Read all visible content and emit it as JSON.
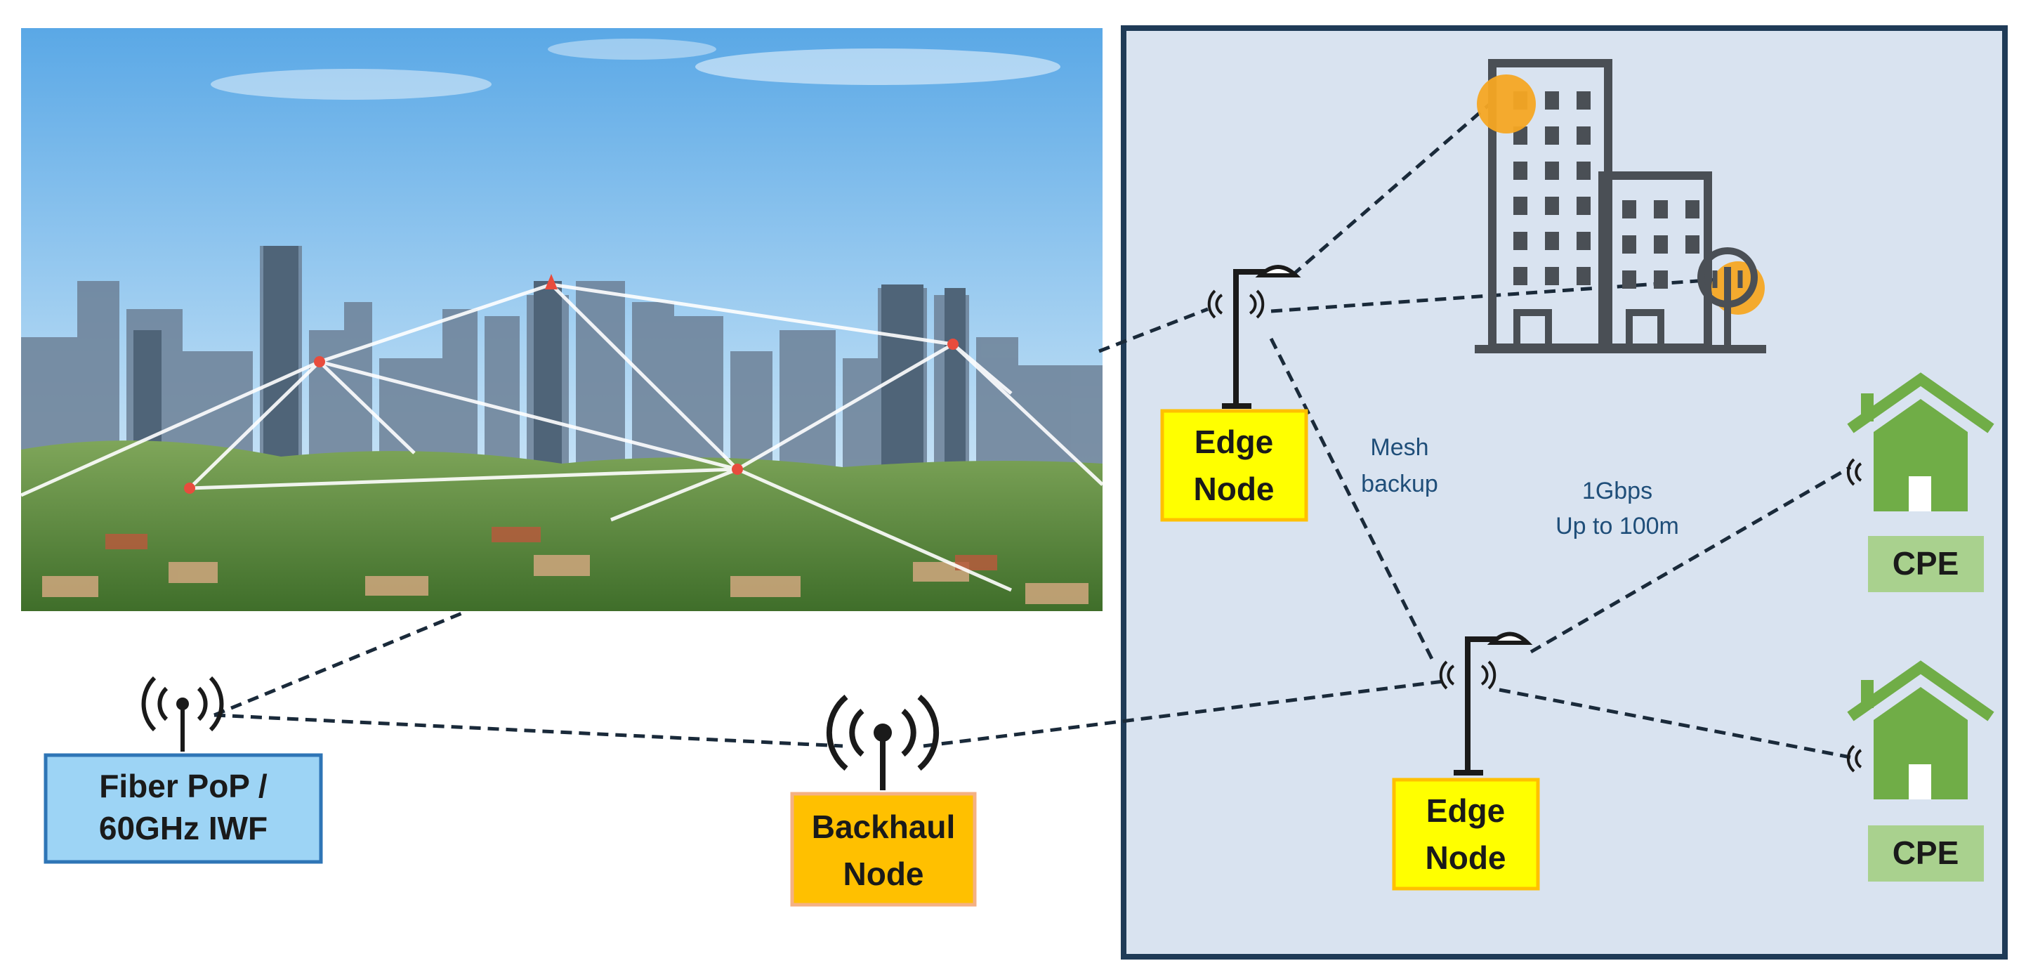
{
  "nodes": {
    "fiber_pop": {
      "line1": "Fiber PoP /",
      "line2": "60GHz IWF"
    },
    "backhaul": {
      "line1": "Backhaul",
      "line2": "Node"
    },
    "edge_top": {
      "line1": "Edge",
      "line2": "Node"
    },
    "edge_bottom": {
      "line1": "Edge",
      "line2": "Node"
    },
    "cpe_top": {
      "label": "CPE"
    },
    "cpe_bottom": {
      "label": "CPE"
    }
  },
  "notes": {
    "mesh": {
      "line1": "Mesh",
      "line2": "backup"
    },
    "link": {
      "line1": "1Gbps",
      "line2": "Up to 100m"
    }
  },
  "colors": {
    "panel_bg": "#d9e3f0",
    "panel_border": "#1f3b57",
    "fiber_box": "#9dd4f5",
    "backhaul_box": "#ffc000",
    "edge_box": "#ffff00",
    "cpe_box": "#a9d18e",
    "house": "#70ad47",
    "building": "#4a4f55",
    "accent_orange": "#f5a623",
    "note_text": "#1f4e79"
  },
  "icons": {
    "fiber_pop": "antenna-icon",
    "backhaul": "antenna-icon",
    "edge": "streetlight-icon",
    "cpe": "house-icon",
    "building": "office-building-icon",
    "photo": "city-skyline-photo"
  }
}
